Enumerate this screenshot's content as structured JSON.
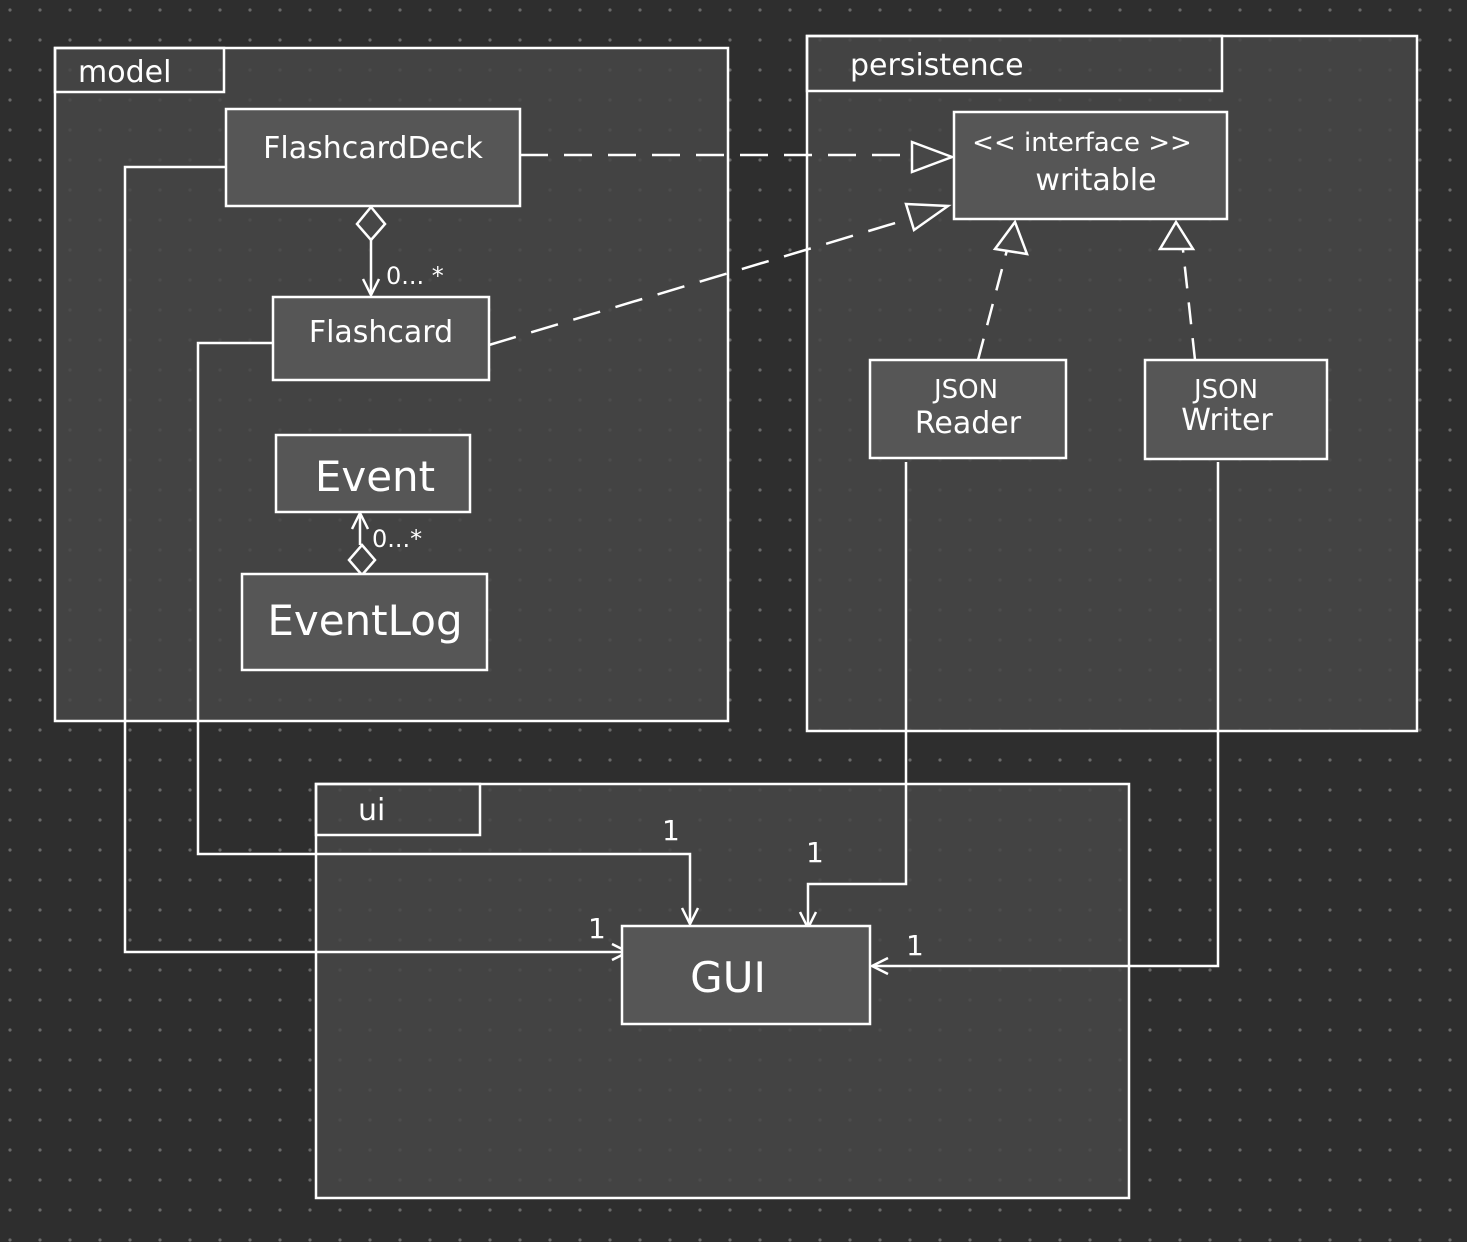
{
  "colors": {
    "background": "#2e2e2e",
    "package_fill": "#474747",
    "class_fill": "#565656",
    "line": "#ffffff",
    "grid_dot": "#6a6a6a"
  },
  "packages": {
    "model": "model",
    "persistence": "persistence",
    "ui": "ui"
  },
  "classes": {
    "flashcard_deck": "FlashcardDeck",
    "flashcard": "Flashcard",
    "event": "Event",
    "event_log": "EventLog",
    "writable_stereotype": "<< interface >>",
    "writable": "writable",
    "json_reader_line1": "JSON",
    "json_reader_line2": "Reader",
    "json_writer_line1": "JSON",
    "json_writer_line2": "Writer",
    "gui": "GUI"
  },
  "multiplicities": {
    "deck_flashcard": "0... *",
    "log_event": "0...*",
    "flashcard_gui": "1",
    "reader_gui": "1",
    "deck_gui": "1",
    "writer_gui": "1"
  }
}
